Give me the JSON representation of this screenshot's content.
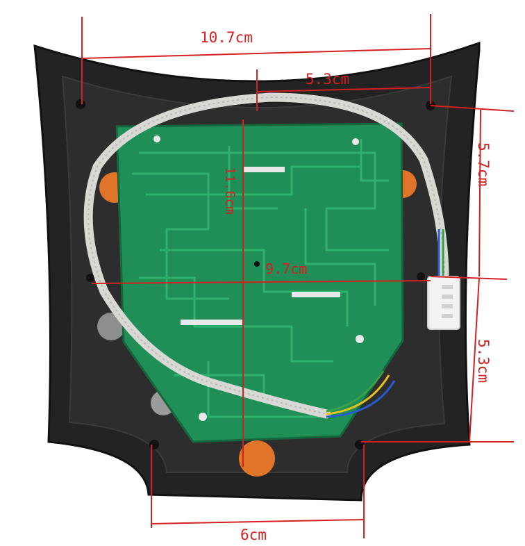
{
  "image": {
    "subject": "Green PCB control board mounted in a black plastic housing with braided white cable and white connector, annotated with red dimension lines",
    "colors": {
      "background": "#ffffff",
      "housing": "#232323",
      "housing_edge": "#3a3a3a",
      "pcb": "#1f8f57",
      "pcb_trace": "#2fb06c",
      "pcb_silk": "#e8e8e8",
      "cable": "#d8d8d4",
      "connector": "#f2f2f2",
      "knob_orange": "#e0752a",
      "dimension_red": "#d42020"
    }
  },
  "dimensions": {
    "top_width": "10.7cm",
    "standoff_offset": "5.3cm",
    "right_upper": "5.7cm",
    "board_height": "11.6cm",
    "board_width": "9.7cm",
    "right_lower": "5.3cm",
    "bottom_width": "6cm"
  }
}
